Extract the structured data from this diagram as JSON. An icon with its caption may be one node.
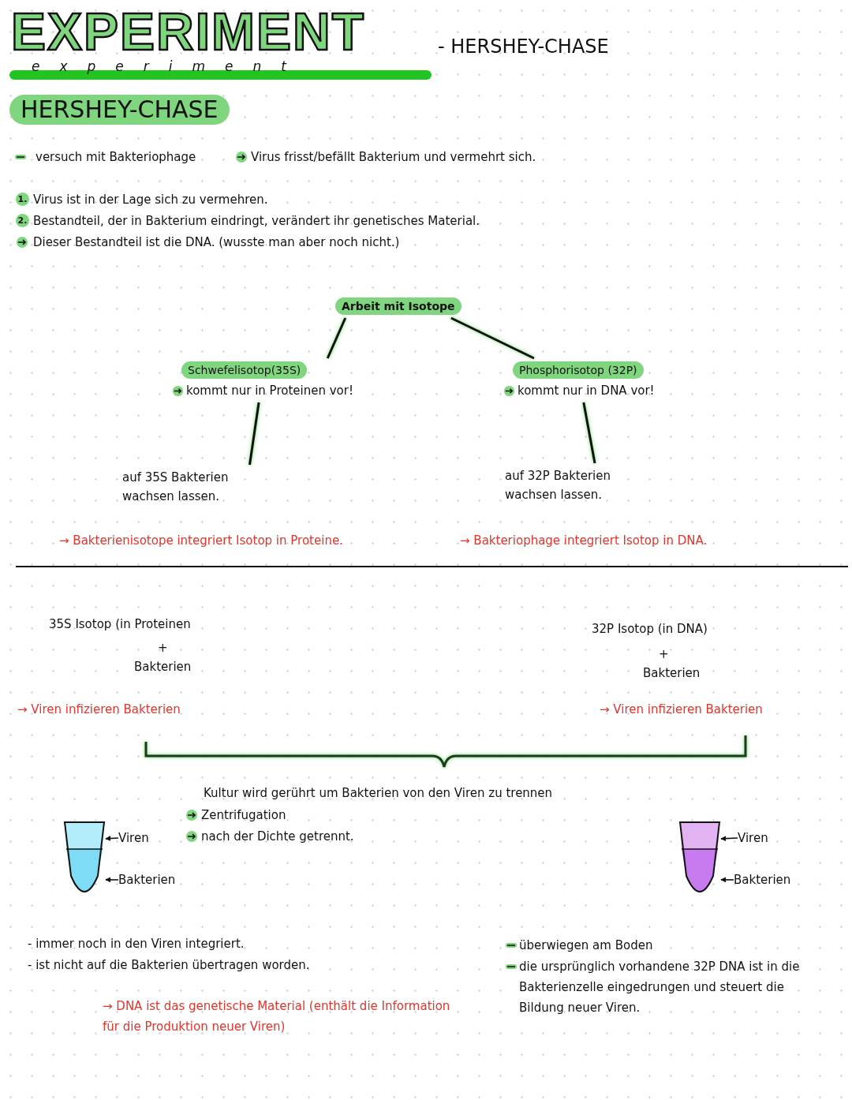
{
  "diagram": {
    "title": "EXPERIMENT",
    "nodes": [
      {
        "text": [
          "HERSHEY-CHASE"
        ]
      },
      {
        "text": [
          "Arbeit mit Isotope"
        ]
      },
      {
        "text": [
          "Schwefelisotop(35S)",
          "kommt nur in Proteinen vor!"
        ]
      },
      {
        "text": [
          "Phosphorisotop (32P)",
          "kommt nur in DNA vor!"
        ]
      },
      {
        "text": [
          "auf 35S Bakterien wachsen lassen."
        ]
      },
      {
        "text": [
          "auf 32P Bakterien wachsen lassen."
        ]
      },
      {
        "text": [],
        "shape": "tube"
      },
      {
        "text": [
          "Viren"
        ]
      },
      {
        "text": [
          "Bakterien"
        ]
      },
      {
        "text": [],
        "shape": "tube"
      },
      {
        "text": [
          "Viren"
        ]
      },
      {
        "text": [
          "Bakterien"
        ]
      }
    ],
    "edges": [
      {
        "from": 1,
        "to": 2,
        "arrow": "none"
      },
      {
        "from": 1,
        "to": 3,
        "arrow": "none"
      },
      {
        "from": 2,
        "to": 4,
        "arrow": "none"
      },
      {
        "from": 3,
        "to": 5,
        "arrow": "none"
      },
      {
        "from": 7,
        "to": 6,
        "arrow": "to"
      },
      {
        "from": 8,
        "to": 6,
        "arrow": "to"
      },
      {
        "from": 10,
        "to": 9,
        "arrow": "to"
      },
      {
        "from": 11,
        "to": 9,
        "arrow": "to"
      }
    ],
    "labels": [
      "experiment",
      "- HERSHEY-CHASE",
      "versuch mit Bakteriophage",
      "Virus frisst/befällt Bakterium und vermehrt sich.",
      "1.",
      "Virus ist in der Lage sich zu vermehren.",
      "2.",
      "Bestandteil, der in Bakterium eindringt, verändert ihr genetisches Material.",
      "Dieser Bestandteil ist die DNA. (wusste man aber noch nicht.)",
      "→ Bakterienisotope integriert Isotop in Proteine.",
      "→ Bakteriophage integriert Isotop in DNA.",
      "35S Isotop (in Proteinen",
      "+",
      "Bakterien",
      "32P Isotop (in DNA)",
      "+",
      "Bakterien",
      "→ Viren infizieren Bakterien",
      "→ Viren infizieren Bakterien",
      "Kultur wird gerührt um Bakterien von den Viren zu trennen",
      "Zentrifugation",
      "nach der Dichte getrennt.",
      "- immer noch in den Viren integriert.",
      "- ist nicht auf die Bakterien übertragen worden.",
      "→ DNA ist das genetische Material (enthält die Information für die Produktion neuer Viren)",
      "überwiegen am Boden",
      "die ursprünglich vorhandene 32P DNA ist in die Bakterienzelle eingedrungen und steuert die Bildung neuer Viren."
    ]
  }
}
